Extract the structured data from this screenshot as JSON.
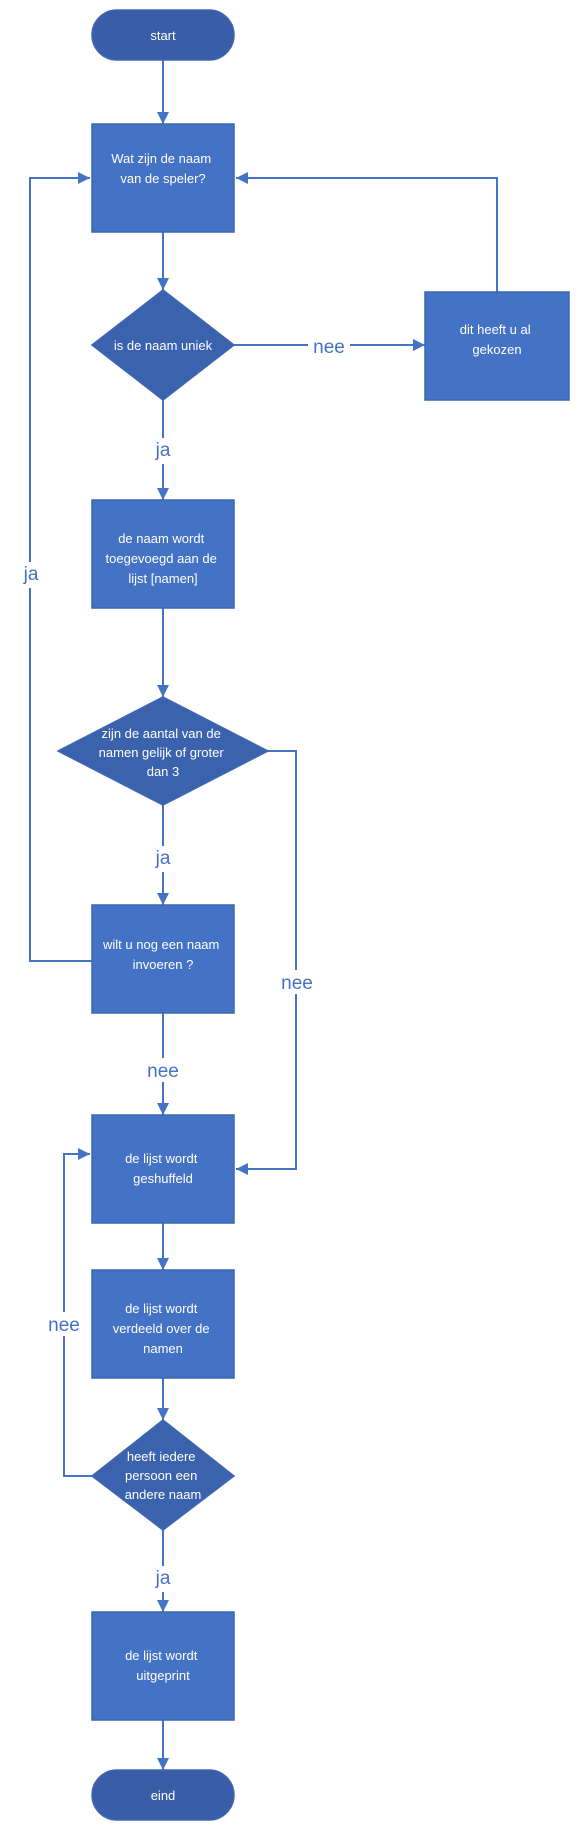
{
  "colors": {
    "terminal_fill": "#3a5da8",
    "process_fill": "#4472c4",
    "decision_fill": "#3b62ad",
    "shape_stroke": "#3f66b0",
    "edge": "#4472c4",
    "text_on_shape": "#ffffff",
    "edge_label": "#4472c4"
  },
  "nodes": {
    "start": {
      "shape": "terminal",
      "lines": [
        "start"
      ]
    },
    "ask_name": {
      "shape": "process",
      "lines": [
        "Wat zijn de naam",
        "van de speler?"
      ]
    },
    "unique_check": {
      "shape": "decision",
      "lines": [
        "is de naam uniek"
      ]
    },
    "already_chosen": {
      "shape": "process",
      "lines": [
        "dit heeft u al",
        "gekozen"
      ]
    },
    "add_name": {
      "shape": "process",
      "lines": [
        "de naam wordt",
        "toegevoegd aan de",
        "lijst [namen]"
      ]
    },
    "count_check": {
      "shape": "decision",
      "lines": [
        "zijn de aantal van de",
        "namen gelijk of groter",
        "dan 3"
      ]
    },
    "another_name": {
      "shape": "process",
      "lines": [
        "wilt u nog een naam",
        "invoeren ?"
      ]
    },
    "shuffle": {
      "shape": "process",
      "lines": [
        "de lijst wordt",
        "geshuffeld"
      ]
    },
    "divide": {
      "shape": "process",
      "lines": [
        "de lijst wordt",
        "verdeeld over de",
        "namen"
      ]
    },
    "different_check": {
      "shape": "decision",
      "lines": [
        "heeft iedere",
        "persoon een",
        "andere naam"
      ]
    },
    "print": {
      "shape": "process",
      "lines": [
        "de lijst wordt",
        "uitgeprint"
      ]
    },
    "end": {
      "shape": "terminal",
      "lines": [
        "eind"
      ]
    }
  },
  "edge_labels": {
    "unique_no": "nee",
    "unique_yes": "ja",
    "count_yes": "ja",
    "count_no": "nee",
    "another_yes": "ja",
    "another_no": "nee",
    "different_no": "nee",
    "different_yes": "ja"
  }
}
